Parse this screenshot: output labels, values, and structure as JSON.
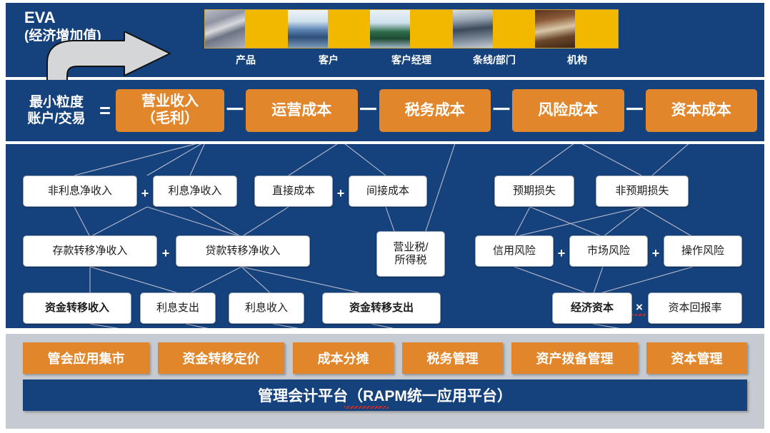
{
  "eva": {
    "title_main": "EVA",
    "title_sub": "(经济增加值)",
    "arrow_icon": "curved-arrow-icon"
  },
  "dimensions": {
    "items": [
      {
        "label": "产品",
        "photo": "product-photo"
      },
      {
        "label": "客户",
        "photo": "customer-photo"
      },
      {
        "label": "客户经理",
        "photo": "account-manager-photo"
      },
      {
        "label": "条线/部门",
        "photo": "business-line-photo"
      },
      {
        "label": "机构",
        "photo": "institution-photo"
      }
    ]
  },
  "formula": {
    "label_line1": "最小粒度",
    "label_line2": "账户/交易",
    "equals": "=",
    "minus": "－",
    "terms": [
      {
        "line1": "营业收入",
        "line2": "（毛利）"
      },
      {
        "line1": "运营成本",
        "line2": ""
      },
      {
        "line1": "税务成本",
        "line2": ""
      },
      {
        "line1": "风险成本",
        "line2": ""
      },
      {
        "line1": "资本成本",
        "line2": ""
      }
    ]
  },
  "detail": {
    "plus": "+",
    "times": "×",
    "row1": [
      {
        "label": "非利息净收入"
      },
      {
        "label": "利息净收入"
      },
      {
        "label": "直接成本"
      },
      {
        "label": "间接成本"
      },
      {
        "label": "预期损失"
      },
      {
        "label": "非预期损失"
      }
    ],
    "row2": [
      {
        "label": "存款转移净收入"
      },
      {
        "label": "贷款转移净收入"
      },
      {
        "label": "营业税/\n所得税"
      },
      {
        "label": "信用风险"
      },
      {
        "label": "市场风险"
      },
      {
        "label": "操作风险"
      }
    ],
    "row3": [
      {
        "label": "资金转移收入",
        "bold": true
      },
      {
        "label": "利息支出",
        "bold": false
      },
      {
        "label": "利息收入",
        "bold": false
      },
      {
        "label": "资金转移支出",
        "bold": true
      },
      {
        "label": "经济资本",
        "bold": true
      },
      {
        "label": "资本回报率",
        "bold": false
      }
    ]
  },
  "platform": {
    "apps": [
      "管会应用集市",
      "资金转移定价",
      "成本分摊",
      "税务管理",
      "资产拨备管理",
      "资本管理"
    ],
    "bar_label": "管理会计平台（RAPM统一应用平台）"
  },
  "colors": {
    "navy": "#15427c",
    "orange": "#e2862c",
    "yellow": "#f2b800",
    "gray_panel": "#c6cbd1",
    "connector": "#b9b9cc",
    "white": "#ffffff"
  }
}
